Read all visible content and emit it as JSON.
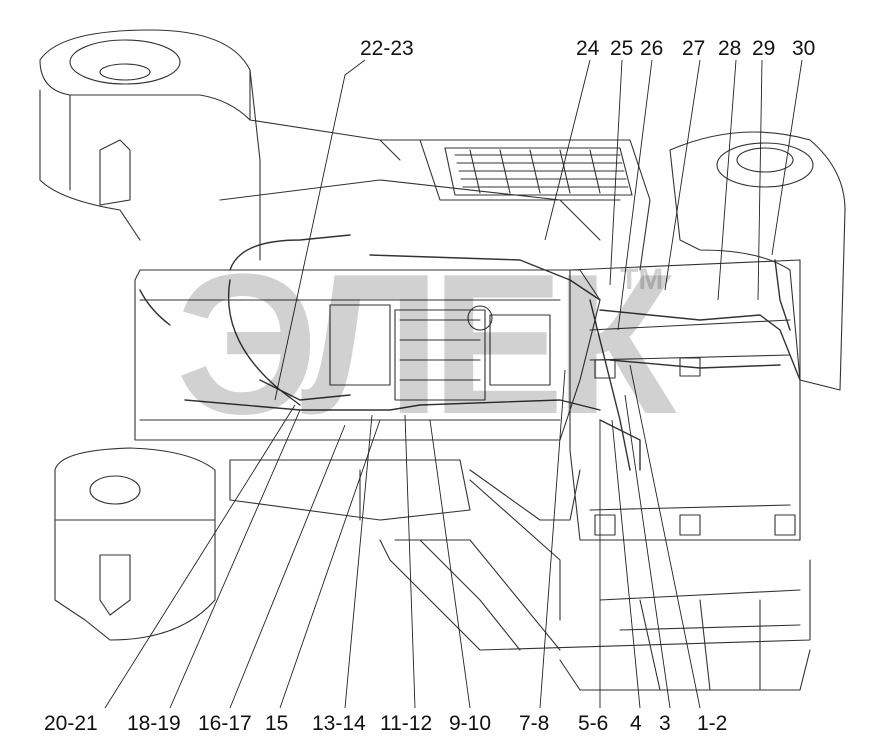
{
  "diagram": {
    "top_labels": [
      "22-23",
      "24",
      "25",
      "26",
      "27",
      "28",
      "29",
      "30"
    ],
    "bottom_labels": [
      "20-21",
      "18-19",
      "16-17",
      "15",
      "13-14",
      "11-12",
      "9-10",
      "7-8",
      "5-6",
      "4",
      "3",
      "1-2"
    ],
    "watermark": "ЭЛЕК",
    "watermark_tm": "TM"
  }
}
